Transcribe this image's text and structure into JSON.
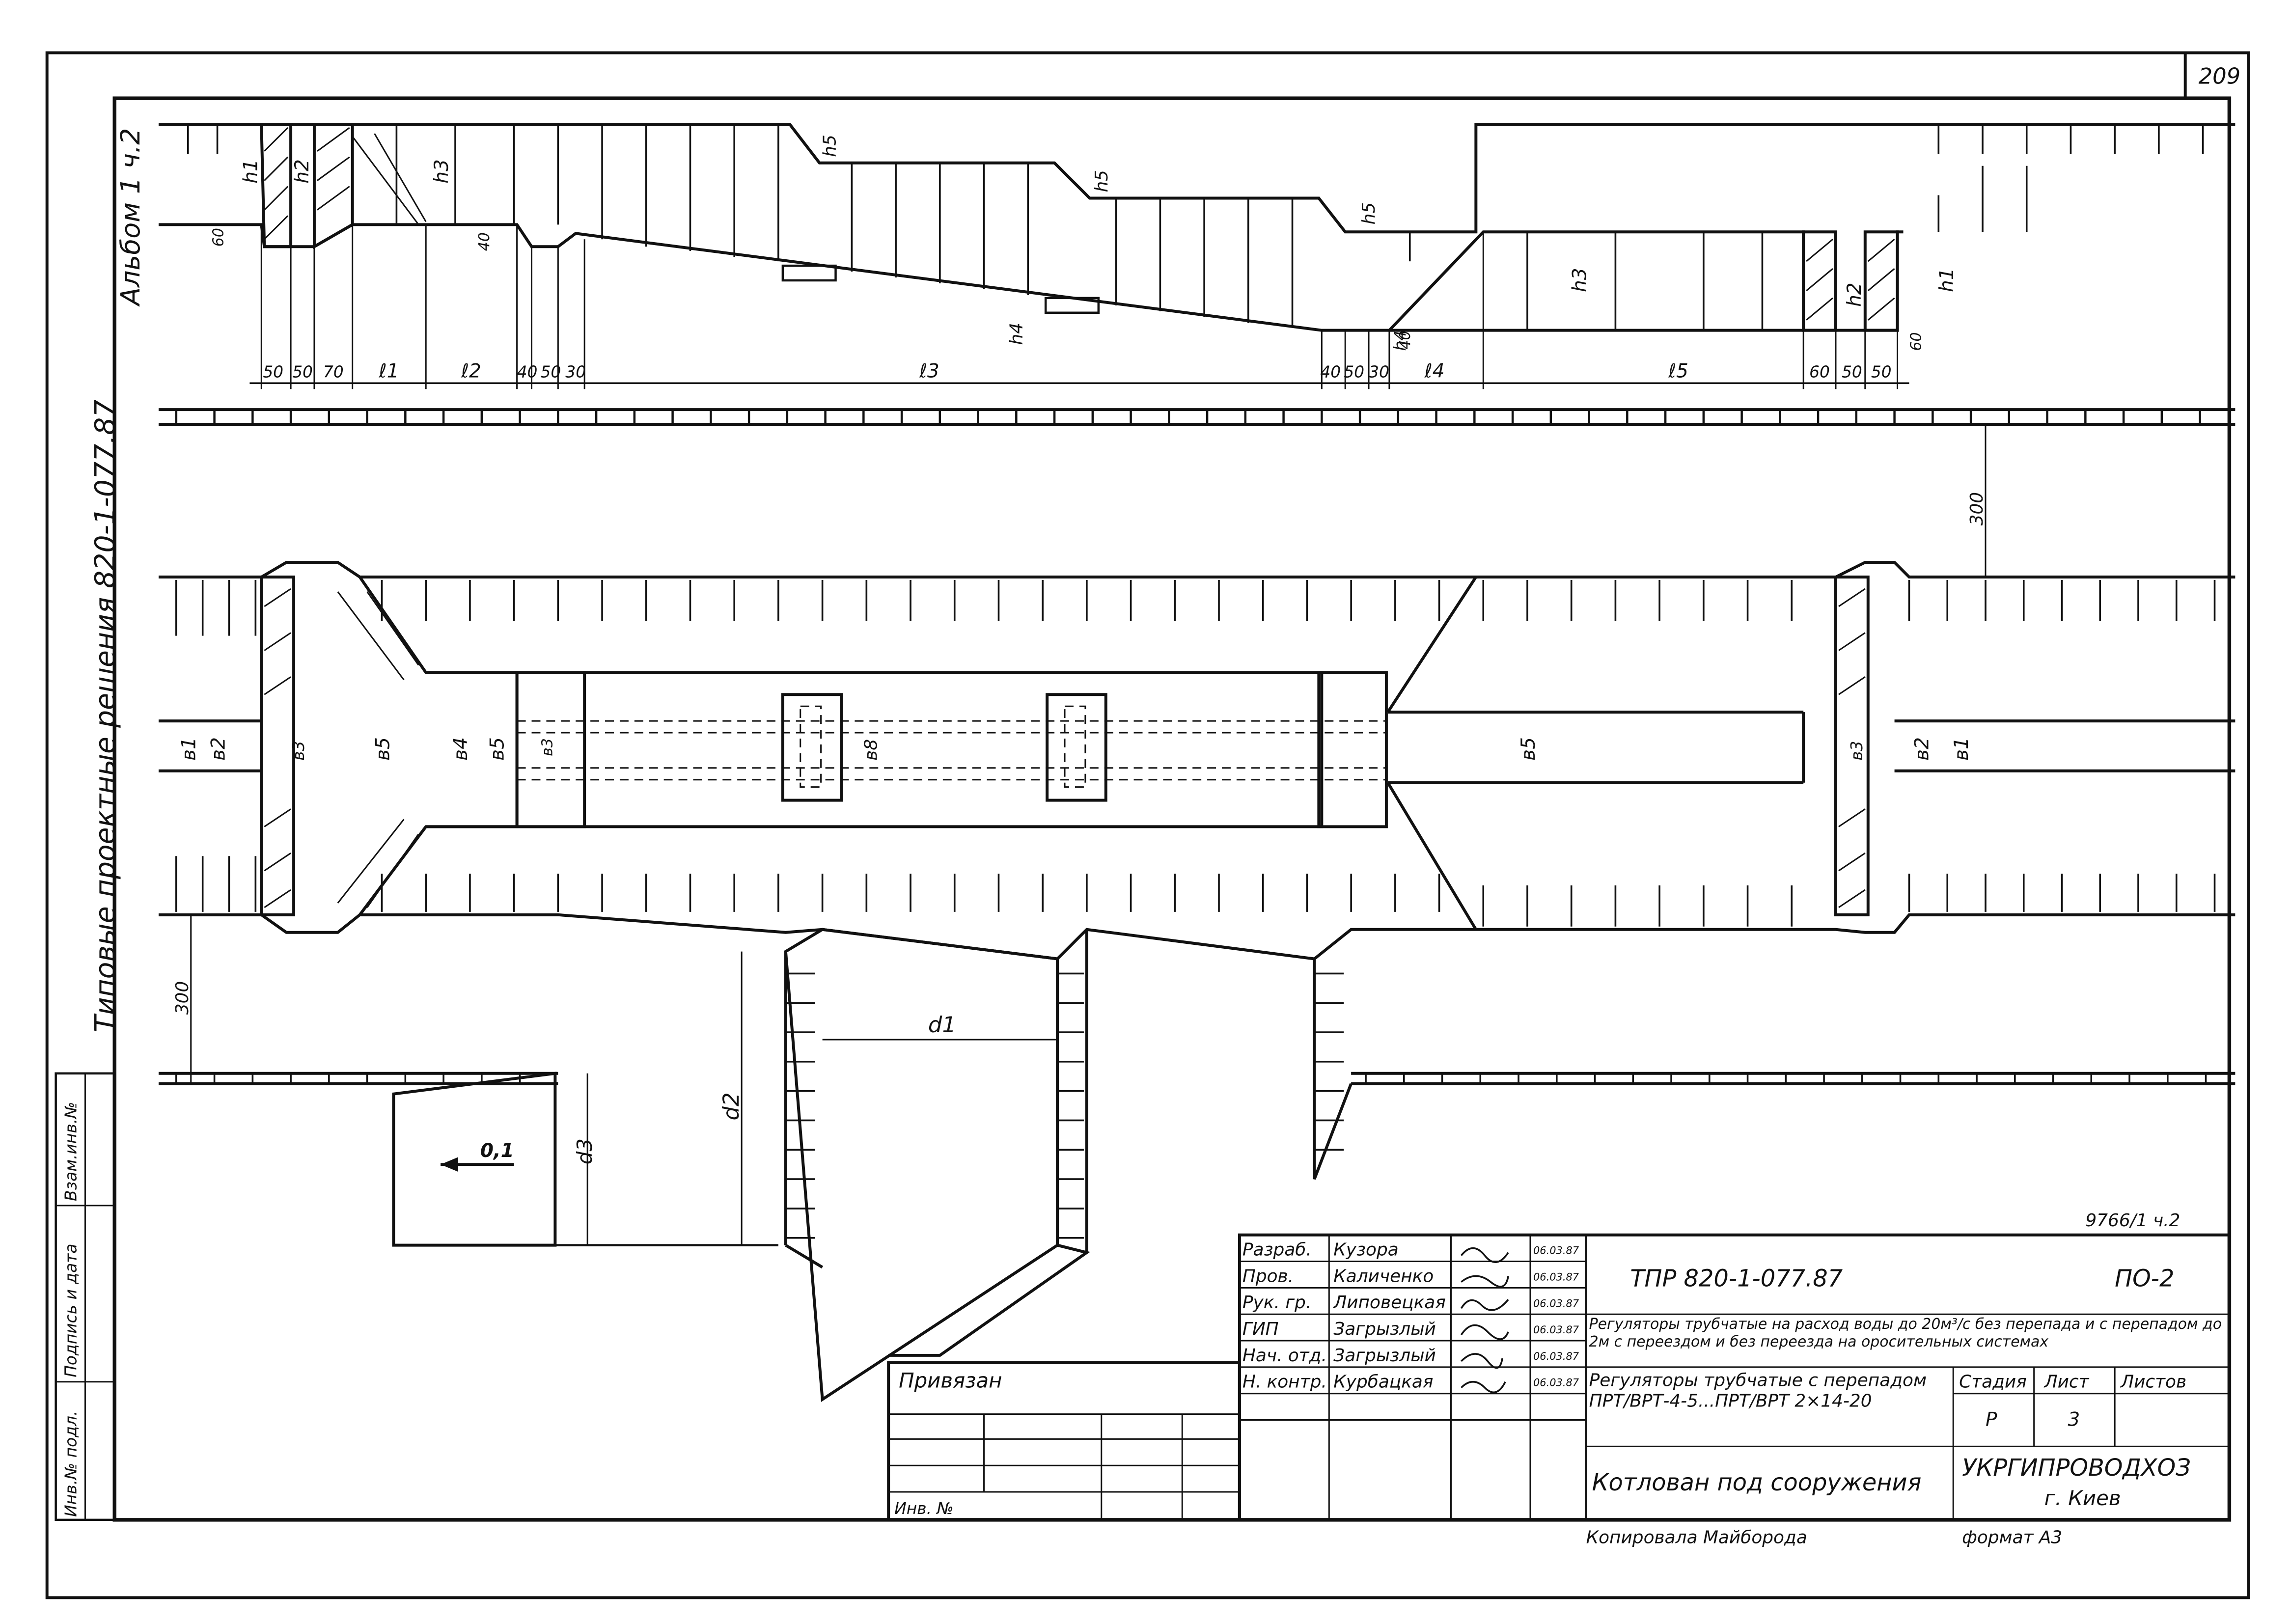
{
  "sheet": {
    "page_number": "209",
    "left_margin_text": {
      "album": "Альбом 1 ч.2",
      "series": "Типовые проектные решения 820-1-077.87"
    },
    "side_stamp": {
      "inv_podl": "Инв.№ подл.",
      "podpis_data": "Подпись и дата",
      "vzam_inv": "Взам.инв.№"
    },
    "note_top_right": "9766/1 ч.2"
  },
  "profile": {
    "heights": [
      "h1",
      "h2",
      "h3",
      "h5",
      "h5",
      "h5",
      "h4",
      "h4",
      "h3",
      "h2",
      "h1"
    ],
    "dims_numeric": [
      "60",
      "40",
      "40",
      "60"
    ],
    "bottom_dims": [
      "50",
      "50",
      "70",
      "ℓ1",
      "ℓ2",
      "40",
      "50",
      "30",
      "ℓ3",
      "40",
      "50",
      "30",
      "ℓ4",
      "ℓ5",
      "60",
      "50",
      "50"
    ]
  },
  "plan": {
    "dim_300_right": "300",
    "dim_300_left": "300",
    "widths": [
      "в1",
      "в2",
      "в3",
      "в5",
      "в4",
      "в5",
      "в3",
      "в8",
      "в5",
      "в3",
      "в2",
      "в1"
    ],
    "d_labels": [
      "d1",
      "d2",
      "d3"
    ],
    "arrow_label": "0,1"
  },
  "title_block": {
    "roles": [
      "Разраб.",
      "Пров.",
      "Рук. гр.",
      "ГИП",
      "Нач. отд.",
      "Н. контр."
    ],
    "names": [
      "Кузора",
      "Каличенко",
      "Липовецкая",
      "Загрызлый",
      "Загрызлый",
      "Курбацкая"
    ],
    "dates": [
      "06.03.87",
      "06.03.87",
      "06.03.87",
      "06.03.87",
      "06.03.87",
      "06.03.87"
    ],
    "doc_code": "ТПР 820-1-077.87",
    "sheet_code": "ПО-2",
    "description": "Регуляторы трубчатые на расход воды до 20м³/с без перепада и с перепадом до 2м с переездом и без переезда на оросительных системах",
    "object": "Регуляторы трубчатые с перепадом ПРТ/ВРТ-4-5...ПРТ/ВРТ 2×14-20",
    "header_stage": "Стадия",
    "header_sheet": "Лист",
    "header_sheets": "Листов",
    "stage": "Р",
    "sheet_no": "3",
    "drawing_title": "Котлован под сооружения",
    "org": "УКРГИПРОВОДХОЗ",
    "city": "г. Киев",
    "privyazan": "Привязан",
    "inv_no": "Инв. №",
    "copied_by": "Копировала   Майборода",
    "format": "формат А3"
  }
}
